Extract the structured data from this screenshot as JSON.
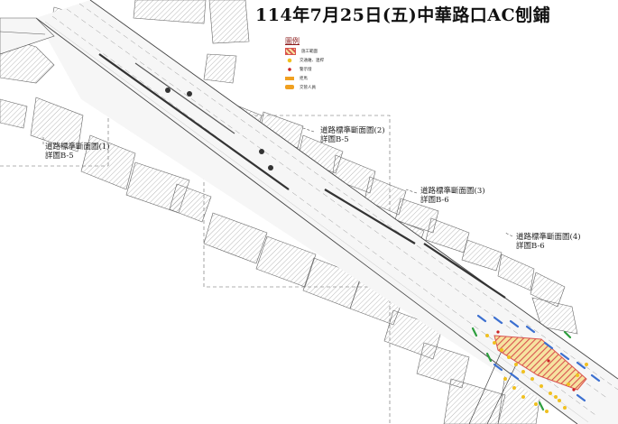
{
  "title": "114年7月25日(五)中華路口AC刨鋪",
  "legend": {
    "heading": "圖例",
    "items": [
      {
        "label": "施工範圍",
        "color": "#d9534f",
        "symbol": "hatch"
      },
      {
        "label": "交通錐、連桿",
        "color": "#f0c020",
        "symbol": "dot"
      },
      {
        "label": "警示燈",
        "color": "#cc2222",
        "symbol": "star"
      },
      {
        "label": "拒馬",
        "color": "#f0a020",
        "symbol": "bar"
      },
      {
        "label": "交管人員",
        "color": "#f0a020",
        "symbol": "person"
      }
    ]
  },
  "callouts": [
    {
      "line1": "道路標準斷面圖(1)",
      "line2": "詳圖B-5"
    },
    {
      "line1": "道路標準斷面圖(2)",
      "line2": "詳圖B-5"
    },
    {
      "line1": "道路標準斷面圖(3)",
      "line2": "詳圖B-6"
    },
    {
      "line1": "道路標準斷面圖(4)",
      "line2": "詳圖B-6"
    }
  ],
  "colors": {
    "work_zone": "#d9534f",
    "cone": "#f0c020",
    "barrier": "#f0a020",
    "lane_marker": "#3b6fd0",
    "green_marker": "#2e9e3e",
    "line": "#444444"
  }
}
